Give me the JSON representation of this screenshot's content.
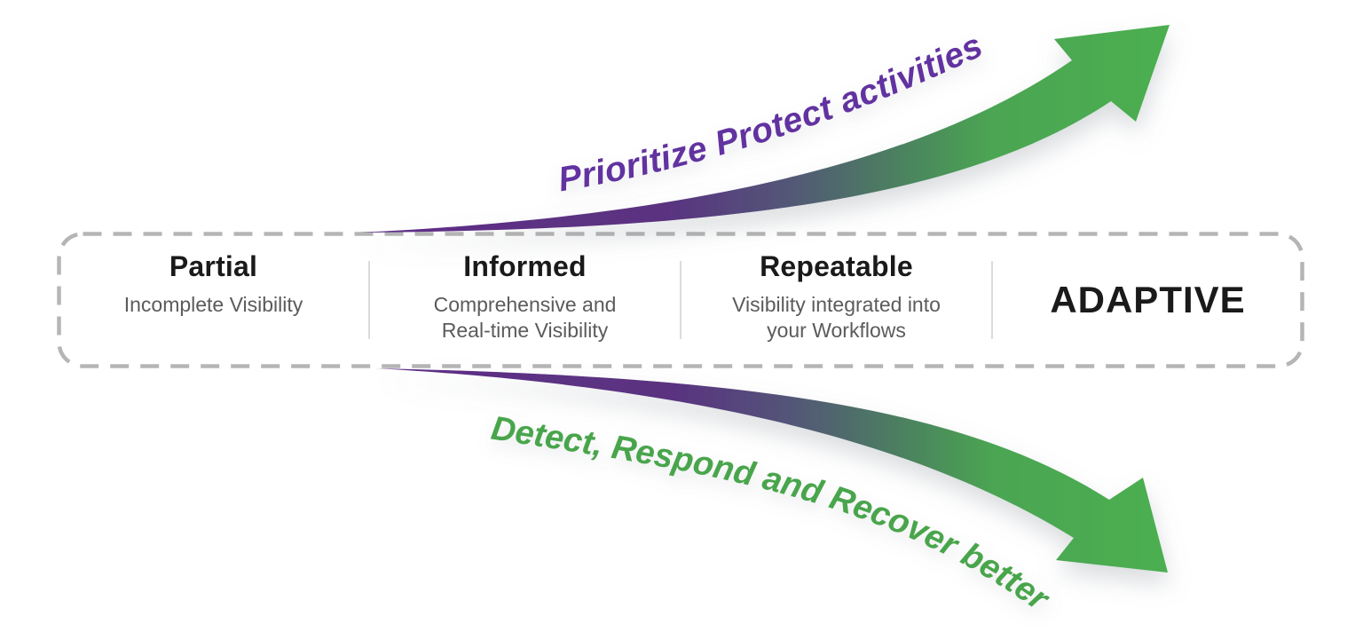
{
  "diagram": {
    "top_arrow": {
      "label": "Prioritize Protect activities",
      "label_color": "#6231A0",
      "direction": "up-right",
      "gradient_start": "#5E2C87",
      "gradient_end": "#4CAF50"
    },
    "bottom_arrow": {
      "label": "Detect, Respond and Recover better",
      "label_color": "#48A54B",
      "direction": "down-right",
      "gradient_start": "#5E2C87",
      "gradient_end": "#4CAF50"
    },
    "maturity_box": {
      "border_color": "#B5B5B5",
      "stages": [
        {
          "title": "Partial",
          "subtitle_lines": [
            "Incomplete Visibility"
          ]
        },
        {
          "title": "Informed",
          "subtitle_lines": [
            "Comprehensive and",
            "Real-time Visibility"
          ]
        },
        {
          "title": "Repeatable",
          "subtitle_lines": [
            "Visibility integrated into",
            "your Workflows"
          ]
        },
        {
          "title": "ADAPTIVE",
          "subtitle_lines": []
        }
      ]
    },
    "colors": {
      "title_text": "#1A1A1A",
      "subtitle_text": "#5B5B5B",
      "divider": "#DBDBDB"
    }
  }
}
